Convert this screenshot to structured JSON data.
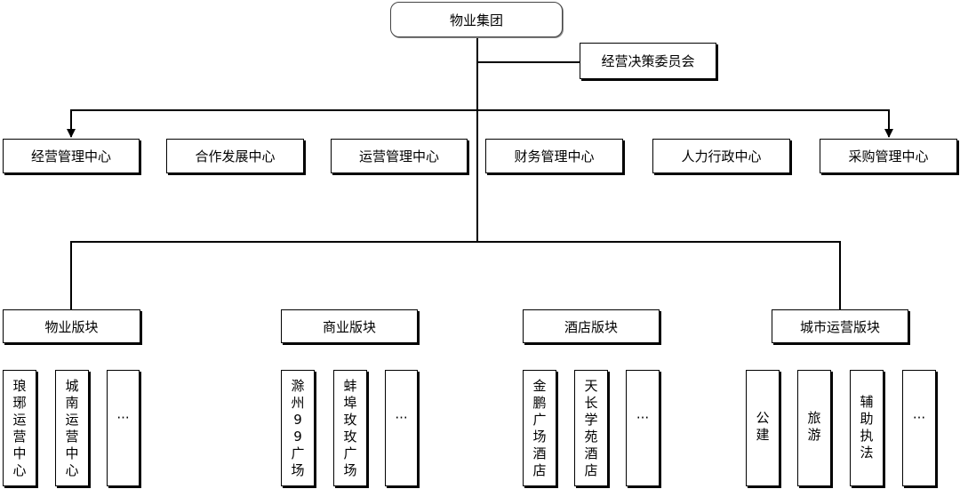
{
  "root": {
    "label": "物业集团"
  },
  "committee": {
    "label": "经营决策委员会"
  },
  "centers": [
    {
      "label": "经营管理中心"
    },
    {
      "label": "合作发展中心"
    },
    {
      "label": "运营管理中心"
    },
    {
      "label": "财务管理中心"
    },
    {
      "label": "人力行政中心"
    },
    {
      "label": "采购管理中心"
    }
  ],
  "sectors": [
    {
      "label": "物业版块",
      "items": [
        "琅琊运营中心",
        "城南运营中心",
        "···"
      ]
    },
    {
      "label": "商业版块",
      "items": [
        "滁州99广场",
        "蚌埠玫玫广场",
        "···"
      ]
    },
    {
      "label": "酒店版块",
      "items": [
        "金鹏广场酒店",
        "天长学苑酒店",
        "···"
      ]
    },
    {
      "label": "城市运营版块",
      "items": [
        "公建",
        "旅游",
        "辅助执法",
        "···"
      ]
    }
  ]
}
